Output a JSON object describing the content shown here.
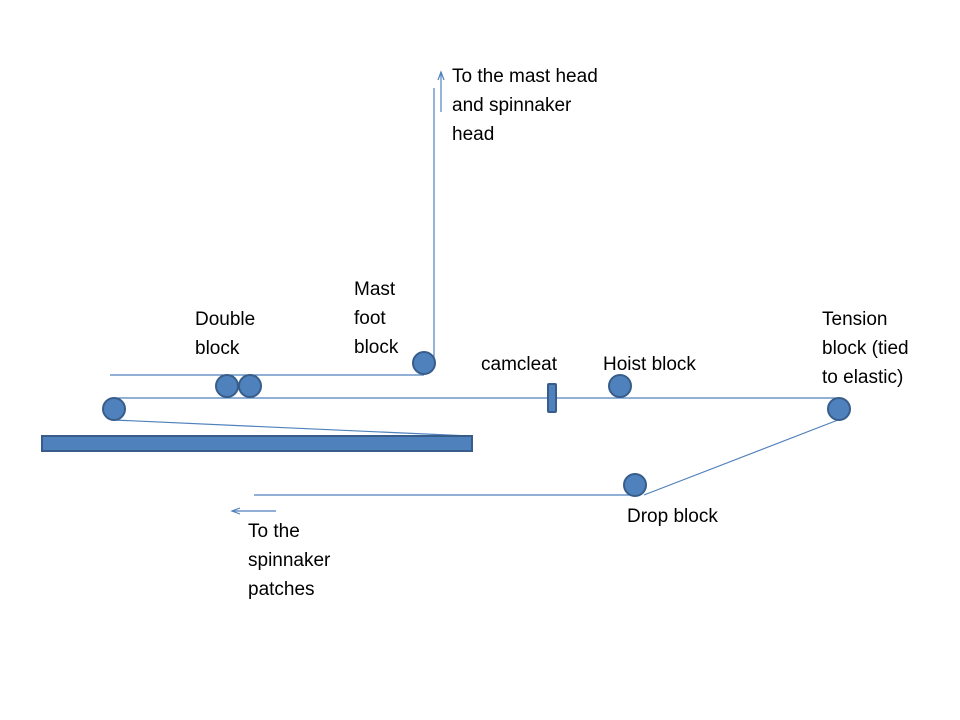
{
  "colors": {
    "accent": "#4f81bd",
    "outline": "#385d8a",
    "text": "#000000"
  },
  "labels": {
    "mast_head": "To the mast head\nand spinnaker\nhead",
    "mast_foot": "Mast\nfoot\nblock",
    "double_block": "Double\nblock",
    "camcleat": "camcleat",
    "hoist_block": "Hoist block",
    "tension_block": "Tension\nblock (tied\nto elastic)",
    "drop_block": "Drop block",
    "spinnaker_patches": "To the\nspinnaker\npatches"
  }
}
